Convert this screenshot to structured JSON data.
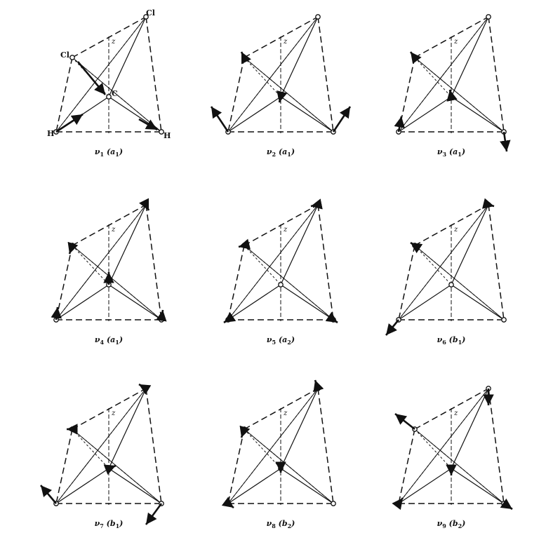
{
  "figure": {
    "panels": [
      {
        "mode": "ν",
        "sub": "1",
        "sym": "a",
        "symsub": "1",
        "axis": "z",
        "atoms": {
          "cl_top": "Cl",
          "cl_left": "Cl",
          "c": "C",
          "h_left": "H",
          "h_right": "H"
        }
      },
      {
        "mode": "ν",
        "sub": "2",
        "sym": "a",
        "symsub": "1",
        "axis": "z"
      },
      {
        "mode": "ν",
        "sub": "3",
        "sym": "a",
        "symsub": "1",
        "axis": "z"
      },
      {
        "mode": "ν",
        "sub": "4",
        "sym": "a",
        "symsub": "1",
        "axis": "z"
      },
      {
        "mode": "ν",
        "sub": "5",
        "sym": "a",
        "symsub": "2",
        "axis": "z"
      },
      {
        "mode": "ν",
        "sub": "6",
        "sym": "b",
        "symsub": "1",
        "axis": "z"
      },
      {
        "mode": "ν",
        "sub": "7",
        "sym": "b",
        "symsub": "1",
        "axis": "z"
      },
      {
        "mode": "ν",
        "sub": "8",
        "sym": "b",
        "symsub": "2",
        "axis": "z"
      },
      {
        "mode": "ν",
        "sub": "9",
        "sym": "b",
        "symsub": "2",
        "axis": "z"
      }
    ],
    "line_color": "#111111"
  }
}
